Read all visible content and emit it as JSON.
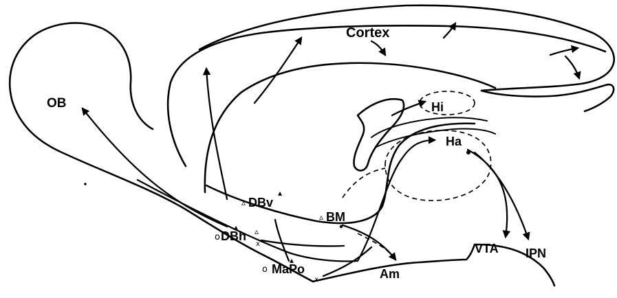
{
  "labels": {
    "cortex": "Cortex",
    "ob": "OB",
    "hi": "Hi",
    "ha": "Ha",
    "dbv": "DBv",
    "bm": "BM",
    "dbh": "DBh",
    "mapo": "MaPo",
    "am": "Am",
    "vta": "VTA",
    "ipn": "IPN"
  },
  "markers": {
    "triangle": "▵",
    "filled_triangle": "▴",
    "circle": "o",
    "cross": "x"
  }
}
